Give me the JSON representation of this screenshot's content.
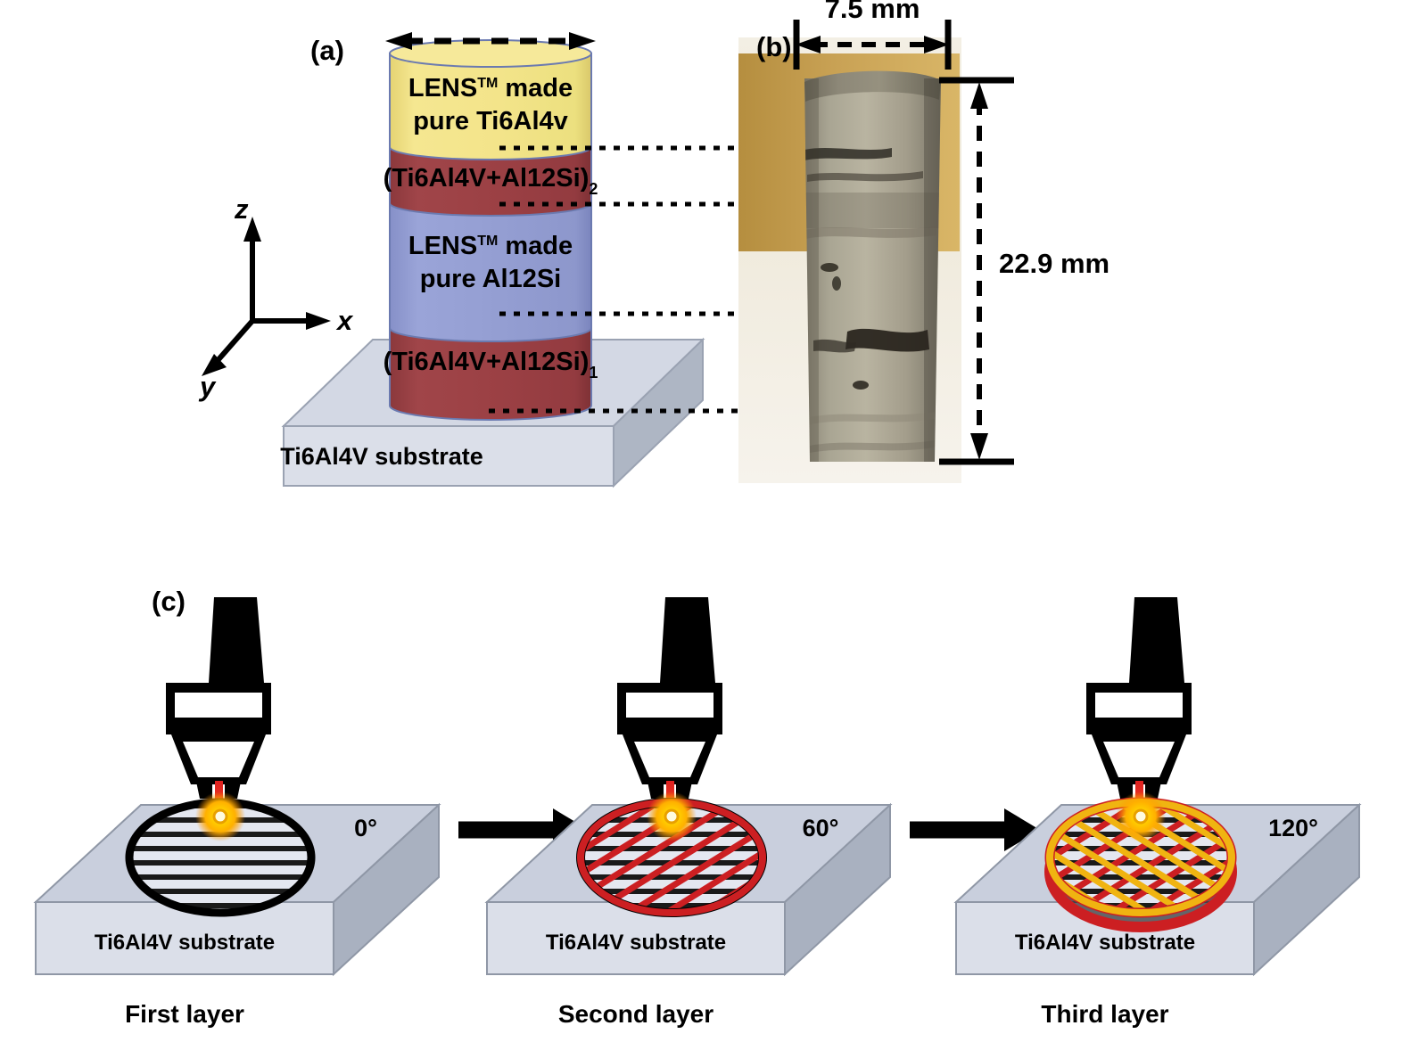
{
  "figure": {
    "panels": [
      {
        "id": "a",
        "label": "(a)"
      },
      {
        "id": "b",
        "label": "(b)"
      },
      {
        "id": "c",
        "label": "(c)"
      }
    ]
  },
  "panel_a": {
    "label": "(a)",
    "axes": {
      "z": "z",
      "x": "x",
      "y": "y"
    },
    "layers": [
      {
        "name": "lens-ti6al4v",
        "line1": "LENS",
        "tm": "TM",
        "line1_rest": " made",
        "line2": "pure Ti6Al4v",
        "color": "#f3e48a"
      },
      {
        "name": "interlayer-2",
        "text": "(Ti6Al4V+Al12Si)",
        "subscript": "2",
        "color": "#9b4044"
      },
      {
        "name": "lens-al12si",
        "line1": "LENS",
        "tm": "TM",
        "line1_rest": " made",
        "line2": "pure Al12Si",
        "color": "#949ed2"
      },
      {
        "name": "interlayer-1",
        "text": "(Ti6Al4V+Al12Si)",
        "subscript": "1",
        "color": "#9b4044"
      }
    ],
    "substrate_label": "Ti6Al4V substrate"
  },
  "panel_b": {
    "label": "(b)",
    "width_dimension": "7.5 mm",
    "height_dimension": "22.9 mm",
    "sample_description": "photograph-of-deposited-cylinder"
  },
  "panel_c": {
    "label": "(c)",
    "steps": [
      {
        "angle_label": "0°",
        "caption": "First layer",
        "substrate_label": "Ti6Al4V substrate",
        "hatch_colors": [
          "#1a1a1a"
        ],
        "ring_color": "#000000"
      },
      {
        "angle_label": "60°",
        "caption": "Second layer",
        "substrate_label": "Ti6Al4V substrate",
        "hatch_colors": [
          "#1a1a1a",
          "#cc1f22"
        ],
        "ring_color": "#cc1f22"
      },
      {
        "angle_label": "120°",
        "caption": "Third layer",
        "substrate_label": "Ti6Al4V substrate",
        "hatch_colors": [
          "#1a1a1a",
          "#cc1f22",
          "#f0b411"
        ],
        "ring_color": "#f0b411"
      }
    ],
    "nozzle": {
      "laser_color": "#e02020",
      "melt_pool_color": "#ffd400"
    }
  },
  "colors": {
    "yellow_layer": "#f3e48a",
    "red_layer": "#9b4044",
    "blue_layer": "#949ed2",
    "substrate_top": "#c9cfdd",
    "substrate_front": "#dbdfe9",
    "substrate_side": "#a9b1c0",
    "laser_red": "#e02020",
    "melt_yellow": "#ffd400",
    "hatch_red": "#cc1f22",
    "hatch_gold": "#f0b411"
  }
}
